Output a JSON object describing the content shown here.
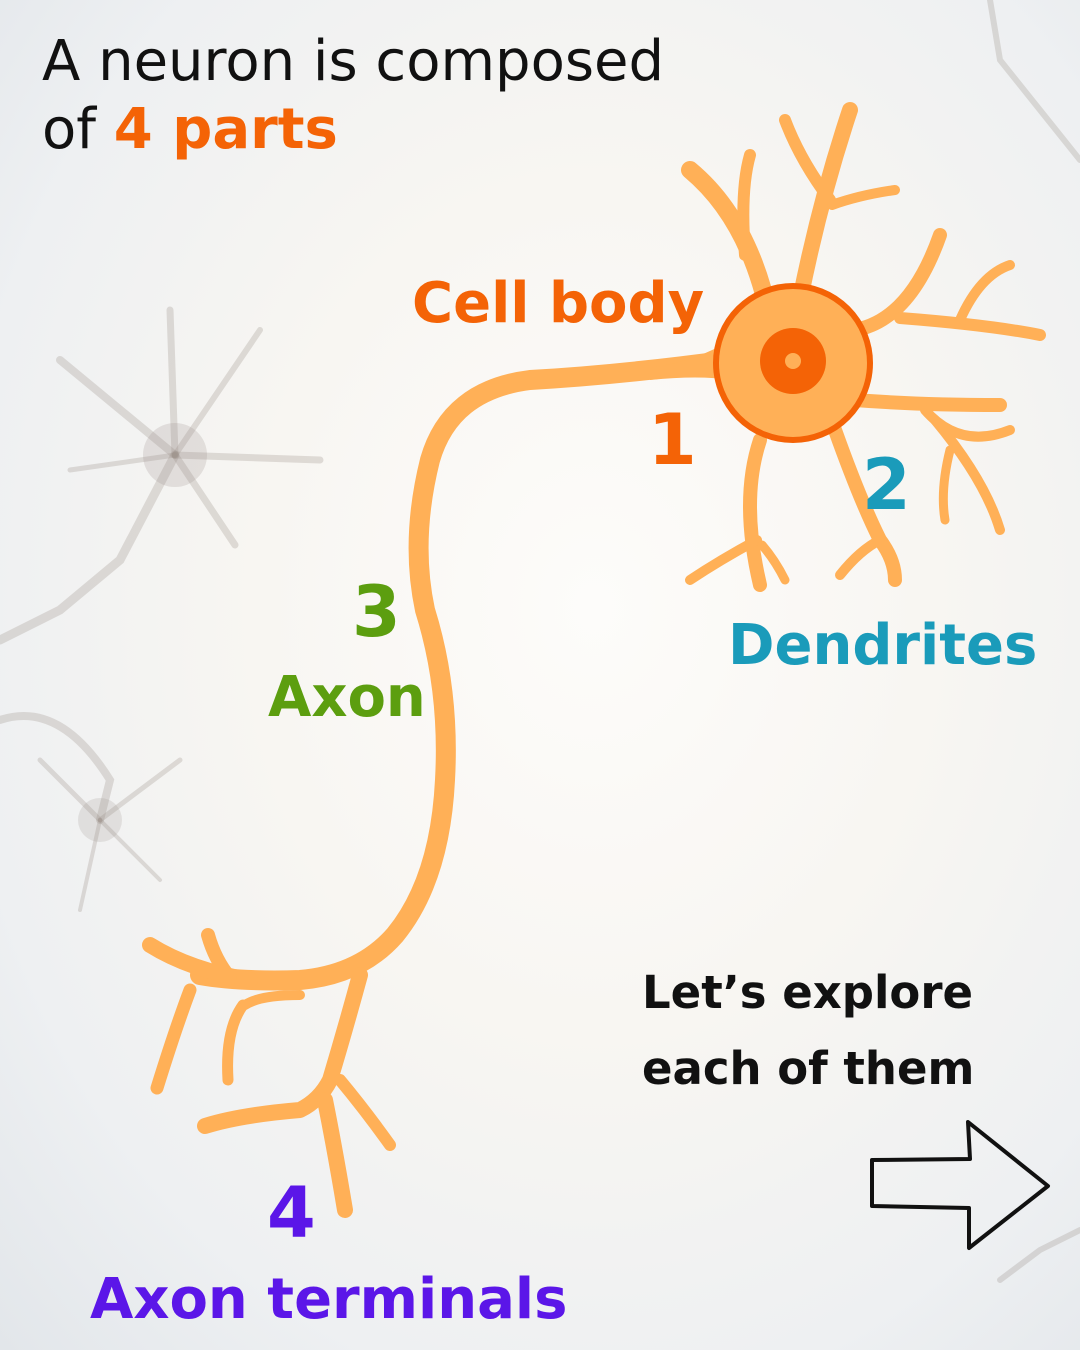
{
  "title": {
    "prefix": "A neuron is composed",
    "line2_prefix": "of ",
    "accent": "4 parts"
  },
  "parts": [
    {
      "number": "1",
      "name": "Cell body",
      "color": "#F46306"
    },
    {
      "number": "2",
      "name": "Dendrites",
      "color": "#1A9BBA"
    },
    {
      "number": "3",
      "name": "Axon",
      "color": "#5C9E0F"
    },
    {
      "number": "4",
      "name": "Axon terminals",
      "color": "#5B16E8"
    }
  ],
  "colors": {
    "neuron_fill": "#FFB057",
    "nucleus": "#F46306",
    "text": "#111111"
  },
  "cta": {
    "line1": "Let’s explore",
    "line2": "each of them"
  },
  "icons": {
    "next": "right-arrow-icon"
  }
}
